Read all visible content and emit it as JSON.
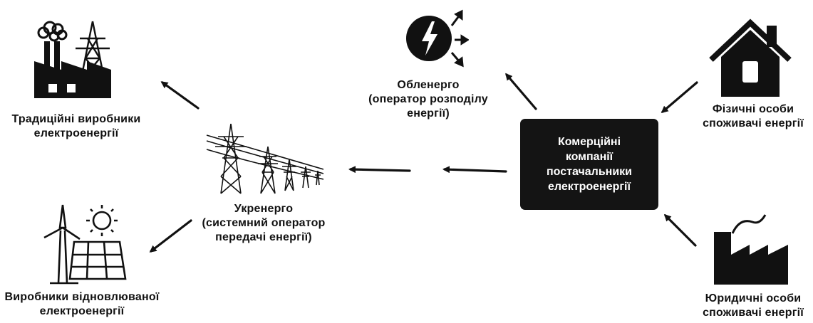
{
  "nodes": {
    "traditional": {
      "lines": [
        "Традиційні виробники",
        "електроенергії"
      ],
      "icon": "power-plant-icon"
    },
    "renewable": {
      "lines": [
        "Виробники відновлюваної",
        "електроенергії"
      ],
      "icon": "renewable-energy-icon"
    },
    "ukrenergo": {
      "lines": [
        "Укренерго",
        "(системний оператор",
        "передачі енергії)"
      ],
      "icon": "transmission-towers-icon"
    },
    "oblenergo": {
      "lines": [
        "Обленерго",
        "(оператор розподілу",
        "енергії)"
      ],
      "icon": "energy-distribution-icon"
    },
    "supplier": {
      "lines": [
        "Комерційні",
        "компанії",
        "постачальники",
        "електроенергії"
      ]
    },
    "individuals": {
      "lines": [
        "Фізичні особи",
        "споживачі енергії"
      ],
      "icon": "house-icon"
    },
    "legal": {
      "lines": [
        "Юридичні особи",
        "споживачі енергії"
      ],
      "icon": "factory-icon"
    }
  },
  "colors": {
    "ink": "#111111",
    "hub_bg": "#141414",
    "hub_text": "#ffffff"
  }
}
